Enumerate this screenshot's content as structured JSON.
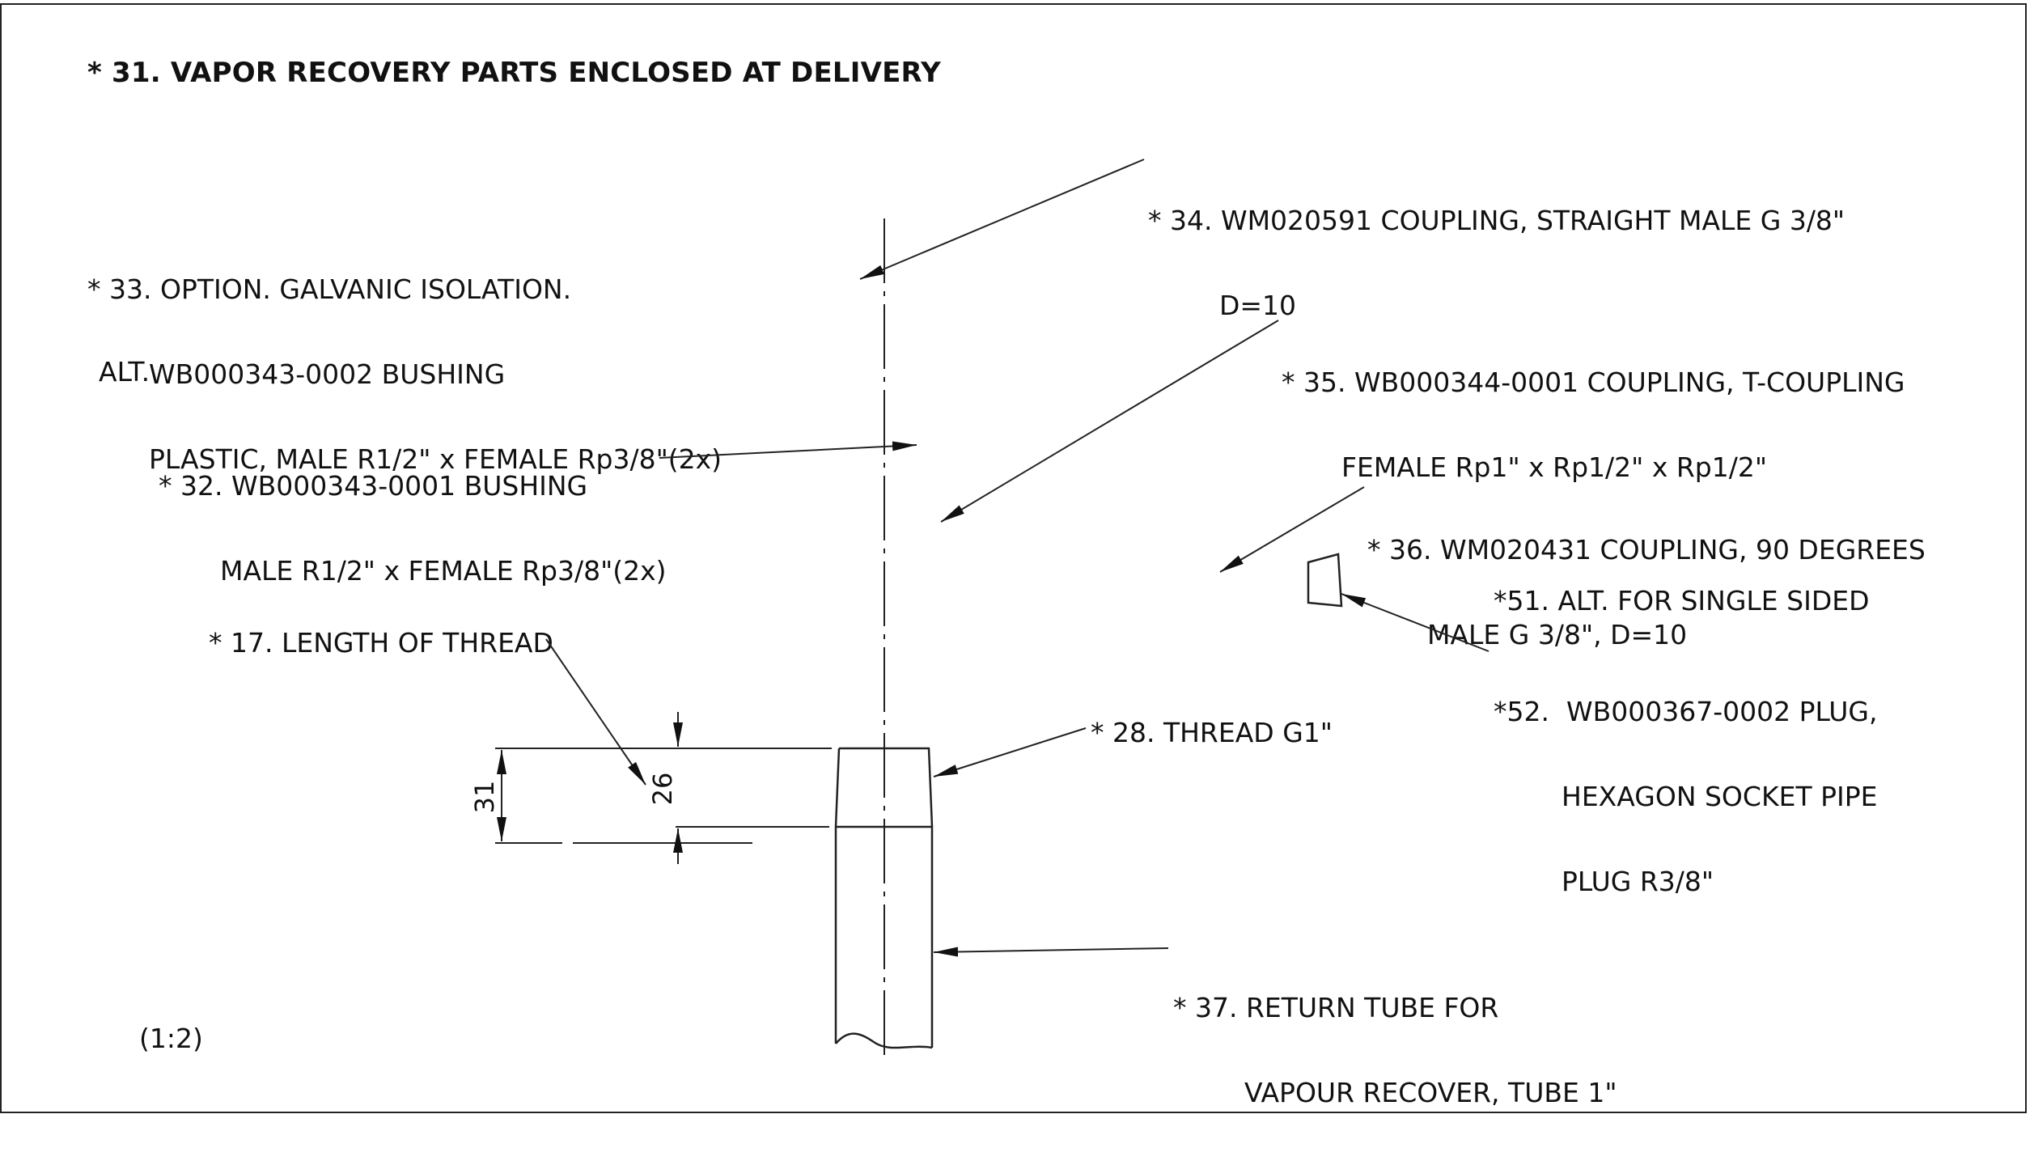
{
  "title": "* 31. VAPOR RECOVERY PARTS ENCLOSED AT DELIVERY",
  "notes": {
    "n33": {
      "line1": "* 33. OPTION. GALVANIC ISOLATION.",
      "line2": "WB000343-0002 BUSHING",
      "line3": "PLASTIC, MALE R1/2\" x FEMALE Rp3/8\"(2x)"
    },
    "alt": "ALT.",
    "n32": {
      "line1": "* 32. WB000343-0001 BUSHING",
      "line2": "MALE R1/2\" x FEMALE Rp3/8\"(2x)"
    },
    "n17": "* 17. LENGTH OF THREAD",
    "n34": {
      "line1": "* 34. WM020591 COUPLING, STRAIGHT MALE G 3/8\"",
      "line2": "D=10"
    },
    "n35": {
      "line1": "* 35. WB000344-0001 COUPLING, T-COUPLING",
      "line2": "FEMALE Rp1\" x Rp1/2\" x Rp1/2\""
    },
    "n36": {
      "line1": "* 36. WM020431 COUPLING, 90 DEGREES",
      "line2": "MALE G 3/8\", D=10"
    },
    "n51": "*51. ALT. FOR SINGLE SIDED",
    "n52": {
      "line1": "*52.  WB000367-0002 PLUG,",
      "line2": "HEXAGON SOCKET PIPE",
      "line3": "PLUG R3/8\""
    },
    "n28": "* 28. THREAD G1\"",
    "n37": {
      "line1": "* 37. RETURN TUBE FOR",
      "line2": "VAPOUR RECOVER, TUBE 1\""
    },
    "scale": "(1:2)"
  },
  "dimensions": {
    "d31": "31",
    "d26": "26"
  }
}
